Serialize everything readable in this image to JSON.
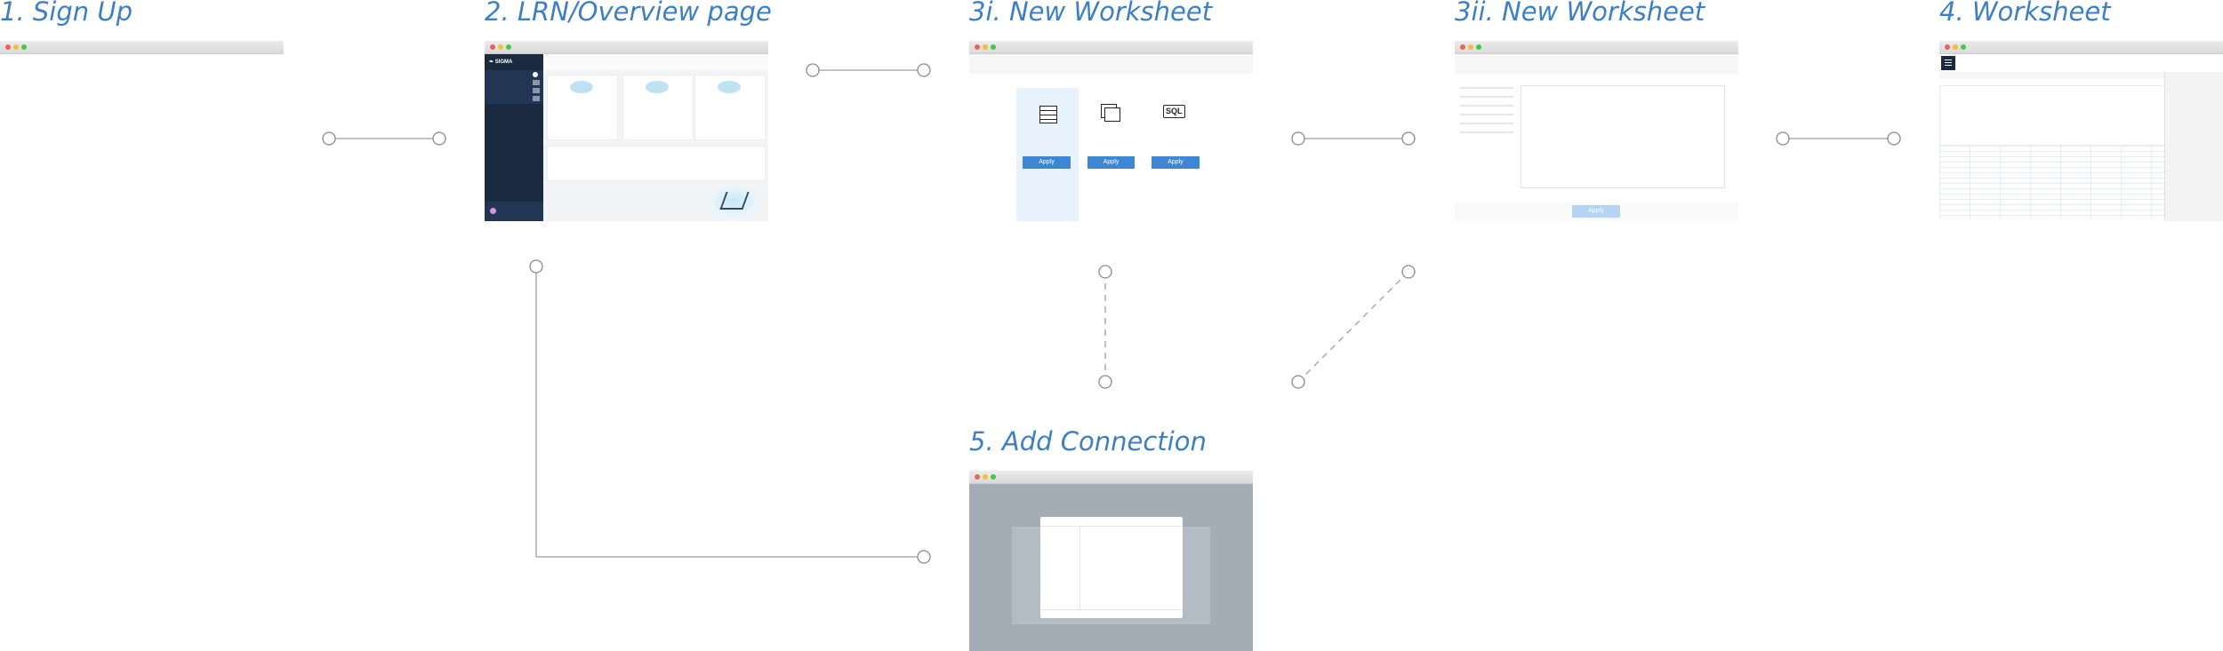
{
  "diagram": {
    "steps": [
      {
        "id": "sign-up",
        "title": "1. Sign Up"
      },
      {
        "id": "overview",
        "title": "2. LRN/Overview page"
      },
      {
        "id": "new-worksheet-i",
        "title": "3i. New Worksheet"
      },
      {
        "id": "new-worksheet-ii",
        "title": "3ii. New Worksheet"
      },
      {
        "id": "worksheet",
        "title": "4. Worksheet"
      },
      {
        "id": "add-connection",
        "title": "5. Add Connection"
      }
    ],
    "connections": [
      {
        "from": "sign-up",
        "to": "overview",
        "style": "solid"
      },
      {
        "from": "overview",
        "to": "new-worksheet-i",
        "style": "solid"
      },
      {
        "from": "new-worksheet-i",
        "to": "new-worksheet-ii",
        "style": "solid"
      },
      {
        "from": "new-worksheet-ii",
        "to": "worksheet",
        "style": "solid"
      },
      {
        "from": "overview",
        "to": "add-connection",
        "style": "solid"
      },
      {
        "from": "new-worksheet-i",
        "to": "add-connection",
        "style": "dashed"
      },
      {
        "from": "new-worksheet-ii",
        "to": "add-connection",
        "style": "dashed"
      }
    ]
  },
  "overview_screen": {
    "brand": "SIGMA",
    "brand_icon": "sigma-bird-icon"
  },
  "worksheet_i_screen": {
    "options": [
      {
        "icon": "table-icon",
        "button": "Apply",
        "selected": true
      },
      {
        "icon": "copy-icon",
        "button": "Apply",
        "selected": false
      },
      {
        "icon": "sql-icon",
        "label": "SQL",
        "button": "Apply",
        "selected": false
      }
    ]
  },
  "worksheet_ii_screen": {
    "button": "Apply",
    "button_enabled": false
  },
  "worksheet_screen": {
    "menu_icon": "menu-icon"
  },
  "colors": {
    "title": "#3d7fc4",
    "sidebar": "#1b2a41",
    "apply_button": "#3e86d4",
    "connector": "#9e9e9e"
  }
}
